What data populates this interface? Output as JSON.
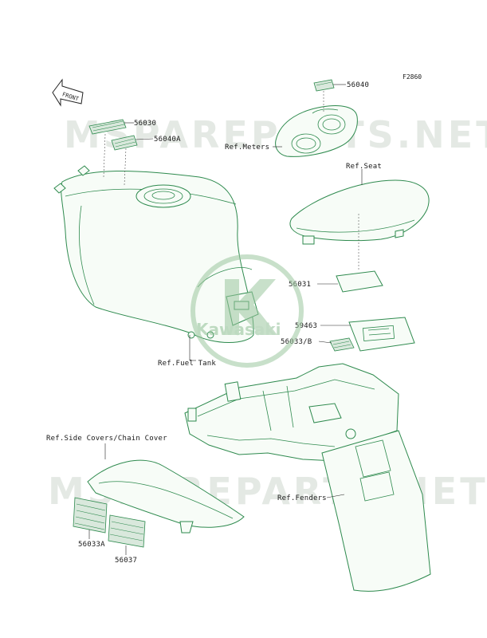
{
  "diagram": {
    "figure_code": "F2860",
    "front_arrow_label": "FRONT",
    "watermark_text": "MSPAREPARTS.NET",
    "logo_text": "Kawasaki",
    "colors": {
      "line": "#2e8a4e",
      "fill": "#f7fcf7",
      "label": "#1a1a1a",
      "watermark": "#cfd8cf"
    }
  },
  "labels": {
    "p56030": "56030",
    "p56040A": "56040A",
    "p56040": "56040",
    "ref_meters": "Ref.Meters",
    "ref_seat": "Ref.Seat",
    "p56031": "56031",
    "p59463": "59463",
    "p56033B": "56033/B",
    "ref_fuel_tank": "Ref.Fuel Tank",
    "ref_side_covers": "Ref.Side Covers/Chain Cover",
    "ref_fenders": "Ref.Fenders",
    "p56033A": "56033A",
    "p56037": "56037"
  }
}
